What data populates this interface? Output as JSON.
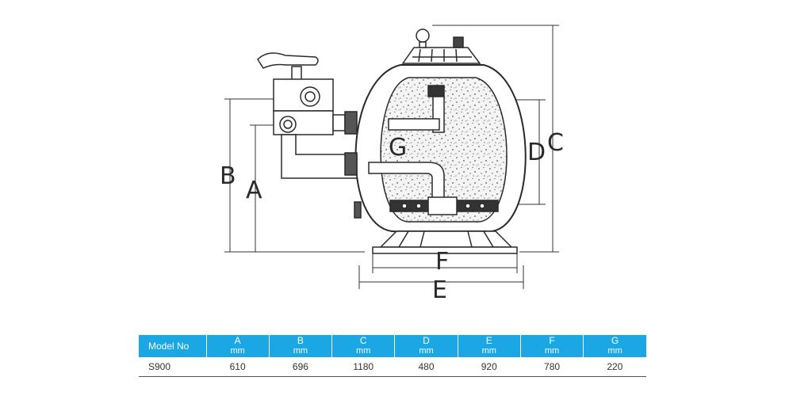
{
  "diagram": {
    "labels": {
      "A": "A",
      "B": "B",
      "C": "C",
      "D": "D",
      "E": "E",
      "F": "F",
      "G": "G"
    }
  },
  "table": {
    "header": {
      "model": "Model No",
      "columns": [
        {
          "letter": "A",
          "unit": "mm"
        },
        {
          "letter": "B",
          "unit": "mm"
        },
        {
          "letter": "C",
          "unit": "mm"
        },
        {
          "letter": "D",
          "unit": "mm"
        },
        {
          "letter": "E",
          "unit": "mm"
        },
        {
          "letter": "F",
          "unit": "mm"
        },
        {
          "letter": "G",
          "unit": "mm"
        }
      ]
    },
    "rows": [
      {
        "model": "S900",
        "values": [
          "610",
          "696",
          "1180",
          "480",
          "920",
          "780",
          "220"
        ]
      }
    ]
  },
  "colors": {
    "header_bg": "#1aa7e3",
    "line": "#2a2a2a"
  }
}
